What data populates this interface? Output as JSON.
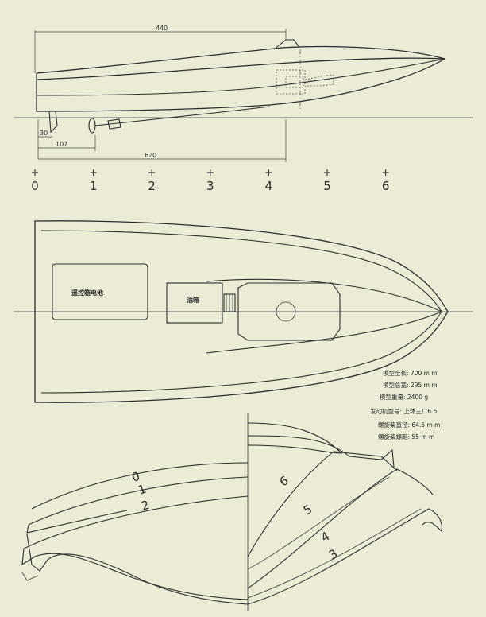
{
  "side_view": {
    "dimensions": {
      "total_top": "440",
      "d30": "30",
      "d107": "107",
      "d620": "620"
    }
  },
  "stations": [
    "0",
    "1",
    "2",
    "3",
    "4",
    "5",
    "6"
  ],
  "plan_view": {
    "labels": {
      "receiver_battery": "遥控箱电池",
      "fuel_tank": "油箱"
    }
  },
  "specs": [
    "模型全长: 700 m m",
    "模型总宽: 295 m m",
    "模型重量: 2400 g",
    "发动机型号: 上体三厂6.5",
    "螺旋桨直径: 64.5 m m",
    "螺旋桨螺距: 55 m m"
  ],
  "body_plan": {
    "left_sections": [
      "0",
      "1",
      "2"
    ],
    "right_sections": [
      "6",
      "5",
      "4",
      "3"
    ]
  }
}
